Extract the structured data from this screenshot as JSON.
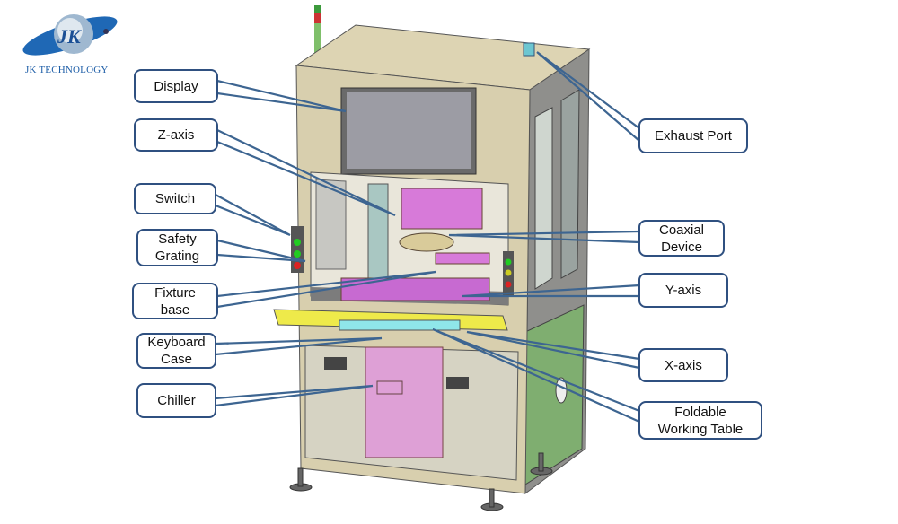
{
  "logo": {
    "text": "JK TECHNOLOGY"
  },
  "labels": {
    "display": [
      "Display"
    ],
    "z_axis": [
      "Z-axis"
    ],
    "switch": [
      "Switch"
    ],
    "safety_grating": [
      "Safety",
      "Grating"
    ],
    "fixture_base": [
      "Fixture",
      "base"
    ],
    "keyboard_case": [
      "Keyboard",
      "Case"
    ],
    "chiller": [
      "Chiller"
    ],
    "exhaust_port": [
      "Exhaust Port"
    ],
    "coaxial_device": [
      "Coaxial",
      "Device"
    ],
    "y_axis": [
      "Y-axis"
    ],
    "x_axis": [
      "X-axis"
    ],
    "foldable_working_table": [
      "Foldable",
      "Working Table"
    ]
  },
  "colors": {
    "callout_border": "#2f5080",
    "leader": "#3d6591",
    "frame": "#d8cfae",
    "accent_magenta": "#d77ad9",
    "table_yellow": "#eeea4a"
  }
}
